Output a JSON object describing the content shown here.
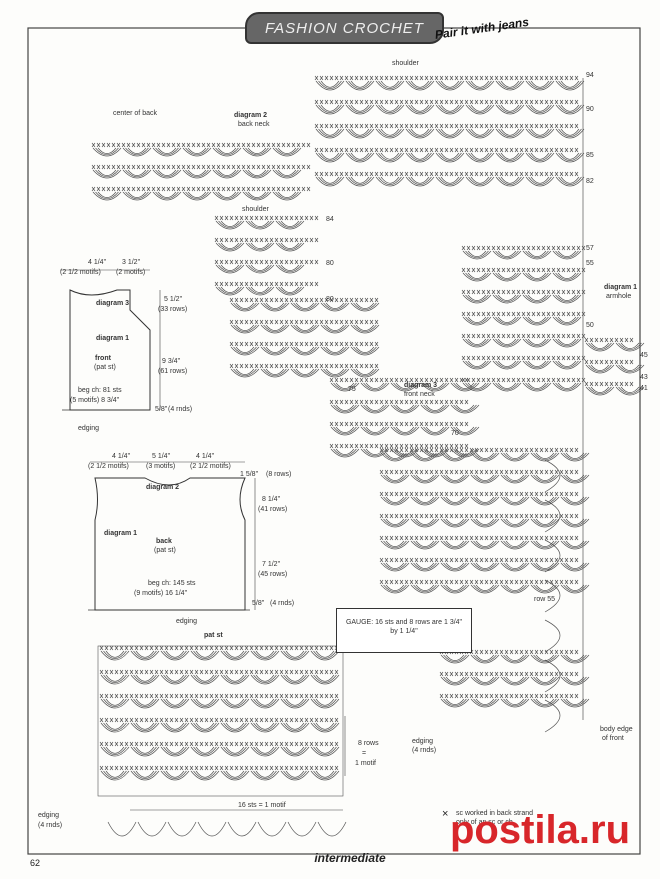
{
  "header": {
    "title": "FASHION CROCHET",
    "tagline": "Pair it with jeans"
  },
  "diagram2": {
    "title": "diagram 2",
    "subtitle": "back neck",
    "center_label": "center of back",
    "shoulder_label": "shoulder",
    "row_numbers": [
      "94",
      "90",
      "85",
      "82"
    ]
  },
  "diagram1": {
    "title": "diagram 1",
    "subtitle": "armhole",
    "row_numbers": [
      "57",
      "55",
      "50",
      "45",
      "43",
      "41"
    ]
  },
  "diagram3": {
    "title": "diagram 3",
    "subtitle": "front neck",
    "shoulder_label": "shoulder",
    "row_numbers": [
      "84",
      "80",
      "80",
      "75",
      "70"
    ]
  },
  "front_schematic": {
    "top_left": "4 1/4\"",
    "top_left_sub": "(2 1/2 motifs)",
    "top_right": "3 1/2\"",
    "top_right_sub": "(2 motifs)",
    "diagram3_label": "diagram 3",
    "right_upper": "5 1/2\"",
    "right_upper_sub": "(33 rows)",
    "diagram1_label": "diagram 1",
    "piece_label": "front",
    "piece_sub": "(pat st)",
    "right_lower": "9 3/4\"",
    "right_lower_sub": "(61 rows)",
    "beg_ch": "beg ch: 81 sts",
    "beg_ch_sub": "(5 motifs)  8 3/4\"",
    "edging_depth": "5/8\"",
    "edging_rnds": "(4 rnds)",
    "edging_label": "edging"
  },
  "back_schematic": {
    "top_left": "4 1/4\"",
    "top_left_sub": "(2 1/2 motifs)",
    "top_mid": "5 1/4\"",
    "top_mid_sub": "(3 motifs)",
    "top_right": "4 1/4\"",
    "top_right_sub": "(2 1/2 motifs)",
    "neck_depth": "1 5/8\"",
    "neck_rows": "(8 rows)",
    "diagram2_label": "diagram 2",
    "right_upper": "8 1/4\"",
    "right_upper_sub": "(41 rows)",
    "diagram1_label": "diagram 1",
    "piece_label": "back",
    "piece_sub": "(pat st)",
    "right_lower": "7 1/2\"",
    "right_lower_sub": "(45 rows)",
    "beg_ch": "beg ch: 145 sts",
    "beg_ch_sub": "(9 motifs) 16 1/4\"",
    "edging_depth": "5/8\"",
    "edging_rnds": "(4 rnds)",
    "edging_label": "edging"
  },
  "pat_st": {
    "title": "pat st",
    "repeat_rows": "8 rows",
    "equals": "=",
    "repeat_motif": "1 motif",
    "width_label": "16 sts = 1 motif",
    "edging_label": "edging",
    "edging_rnds": "(4 rnds)"
  },
  "edging_detail": {
    "row_label": "row 55",
    "edging_label": "edging",
    "edging_rnds": "(4 rnds)",
    "body_edge_label": "body edge",
    "body_edge_sub": "of front"
  },
  "gauge": {
    "text": "GAUGE: 16 sts and 8 rows are 1 3/4\" by 1 1/4\""
  },
  "legend": {
    "symbol": "×",
    "text_line1": "sc worked in back strand",
    "text_line2": "only of an sc or ch"
  },
  "footer": {
    "level": "intermediate",
    "page_number": "62",
    "watermark": "postila.ru"
  },
  "colors": {
    "ink": "#2a2a2a",
    "paper": "#fdfdfb",
    "watermark": "#d8262a"
  }
}
